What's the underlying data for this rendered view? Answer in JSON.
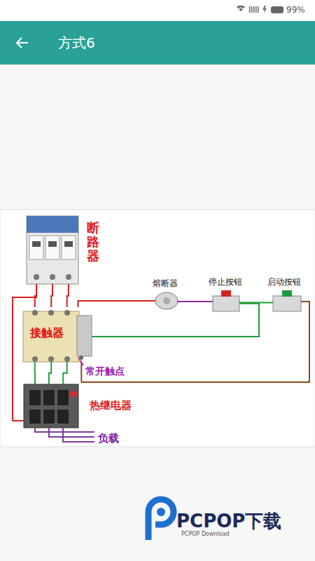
{
  "diagram": {
    "title": "方式6",
    "nodes": [
      {
        "text": [
          "断路器"
        ]
      },
      {
        "text": [
          "接触器"
        ]
      },
      {
        "text": [
          "熔断器"
        ]
      },
      {
        "text": [
          "停止按钮"
        ]
      },
      {
        "text": [
          "启动按钮"
        ]
      },
      {
        "text": [
          "热继电器"
        ]
      }
    ],
    "edges": [
      {
        "from": 0,
        "to": 1,
        "arrow": "none"
      },
      {
        "from": 1,
        "to": 2,
        "arrow": "none"
      },
      {
        "from": 2,
        "to": 3,
        "arrow": "none"
      },
      {
        "from": 3,
        "to": 4,
        "arrow": "none"
      },
      {
        "from": 3,
        "to": 1,
        "arrow": "none"
      },
      {
        "from": 4,
        "to": 1,
        "arrow": "none"
      },
      {
        "from": 1,
        "to": 5,
        "arrow": "none"
      },
      {
        "from": 0,
        "to": 5,
        "arrow": "none"
      }
    ],
    "labels": [
      "99%",
      "常开触点",
      "负载",
      "PCPOP下载",
      "PCPOP Download"
    ]
  }
}
